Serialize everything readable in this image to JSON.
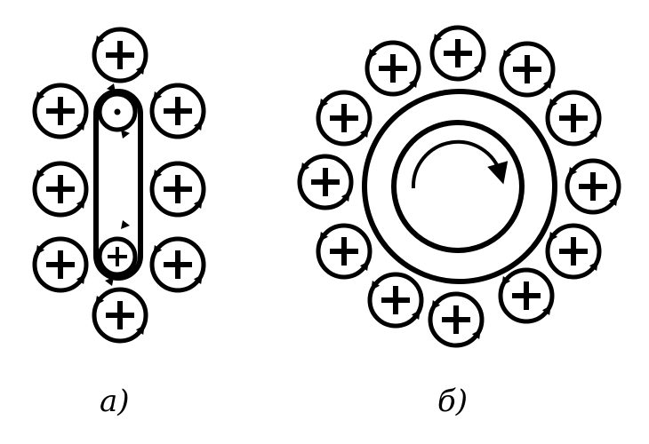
{
  "labels": {
    "a": "а)",
    "b": "б)"
  },
  "symbols": {
    "plus": "+",
    "dot": "·"
  },
  "colors": {
    "ink": "#000000",
    "background": "#ffffff"
  },
  "diagram_a": {
    "plus_count": 8,
    "slot_top": "dot",
    "slot_bottom": "plus"
  },
  "diagram_b": {
    "plus_count": 12,
    "rotation": "clockwise"
  }
}
